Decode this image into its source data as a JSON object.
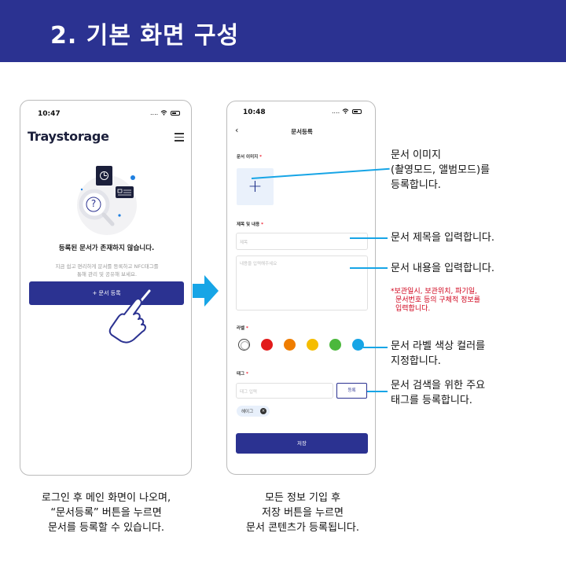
{
  "header": {
    "title": "2. 기본 화면 구성"
  },
  "home_screen": {
    "status_time": "10:47",
    "status_signal": "....",
    "app_name": "Traystorage",
    "empty_title": "등록된 문서가 존재하지 않습니다.",
    "empty_desc_1": "지금 쉽고 편리하게 문서를 등록하고 NFC태그를",
    "empty_desc_2": "통해 관리 및 공유해 보세요.",
    "add_button": "+ 문서 등록",
    "illustration_badge": "?"
  },
  "register_screen": {
    "status_time": "10:48",
    "status_signal": "....",
    "back": "‹",
    "title": "문서등록",
    "image_label": "문서 이미지",
    "required_mark": "*",
    "image_add": "+",
    "title_label": "제목 및 내용",
    "title_placeholder": "제목",
    "content_placeholder": "내용을 입력해주세요",
    "label_label": "라벨",
    "colors": [
      "#ffffff",
      "#e21b1b",
      "#ef7d00",
      "#f5bd00",
      "#4bb83c",
      "#17a5e6"
    ],
    "tag_label": "태그",
    "tag_placeholder": "태그 입력",
    "tag_button": "등록",
    "tag_chip": "헤이그",
    "tag_chip_remove": "×",
    "save_button": "저장"
  },
  "annotations": {
    "image_1": "문서 이미지",
    "image_2": "(촬영모드, 앨범모드)를",
    "image_3": "등록합니다.",
    "title": "문서 제목을 입력합니다.",
    "content": "문서 내용을 입력합니다.",
    "note_1": "*보관일시, 보관위치, 파기일,",
    "note_2": "문서번호 등의 구체적 정보를",
    "note_3": "입력합니다.",
    "label_1": "문서 라벨 색상 컬러를",
    "label_2": "지정합니다.",
    "tag_1": "문서 검색을 위한 주요",
    "tag_2": "태그를 등록합니다."
  },
  "captions": {
    "left_1": "로그인 후 메인 화면이 나오며,",
    "left_2": "“문서등록” 버튼을 누르면",
    "left_3": "문서를 등록할 수 있습니다.",
    "right_1": "모든 정보 기입 후",
    "right_2": "저장 버튼을 누르면",
    "right_3": "문서 콘텐츠가 등록됩니다."
  },
  "colors": {
    "brand": "#2b3291",
    "accent": "#17a5e6",
    "note": "#d0021b"
  },
  "icons": [
    "wifi-icon",
    "battery-icon",
    "menu-icon",
    "document-icon",
    "magnifier-icon",
    "hand-pointer-icon",
    "arrow-right-icon",
    "plus-icon",
    "close-icon"
  ]
}
